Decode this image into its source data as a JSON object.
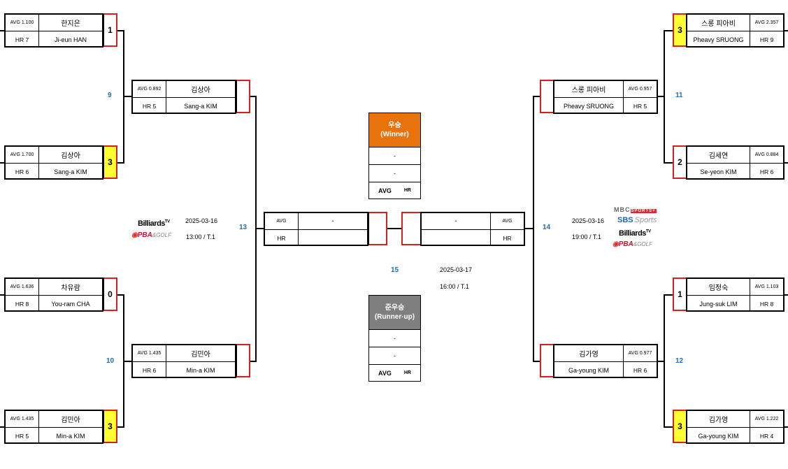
{
  "colors": {
    "winner_header": "#e8720c",
    "runnerup_header": "#7f7f7f",
    "winner_score": "#ffff33",
    "score_border": "#d82020",
    "match_number": "#1f6fb8"
  },
  "r1": {
    "m1a": {
      "avg": "AVG 1.100",
      "hr": "HR 7",
      "name": "한지은",
      "eng": "Ji-eun HAN",
      "score": "1"
    },
    "m1b": {
      "avg": "AVG 1.700",
      "hr": "HR 6",
      "name": "김상아",
      "eng": "Sang-a KIM",
      "score": "3"
    },
    "m2a": {
      "avg": "AVG 1.636",
      "hr": "HR 8",
      "name": "차유람",
      "eng": "You-ram CHA",
      "score": "0"
    },
    "m2b": {
      "avg": "AVG 1.435",
      "hr": "HR 5",
      "name": "김민아",
      "eng": "Min-a KIM",
      "score": "3"
    },
    "m3a": {
      "avg": "AVG 2.357",
      "hr": "HR 9",
      "name": "스롱 피아비",
      "eng": "Pheavy SRUONG",
      "score": "3"
    },
    "m3b": {
      "avg": "AVG 0.884",
      "hr": "HR 6",
      "name": "김세연",
      "eng": "Se-yeon KIM",
      "score": "2"
    },
    "m4a": {
      "avg": "AVG 1.103",
      "hr": "HR 8",
      "name": "임정숙",
      "eng": "Jung-suk LIM",
      "score": "1"
    },
    "m4b": {
      "avg": "AVG 1.222",
      "hr": "HR 4",
      "name": "김가영",
      "eng": "Ga-young KIM",
      "score": "3"
    }
  },
  "qf": {
    "l1": {
      "avg": "AVG 0.892",
      "hr": "HR 5",
      "name": "김상아",
      "eng": "Sang-a KIM"
    },
    "l2": {
      "avg": "AVG 1.435",
      "hr": "HR 6",
      "name": "김민아",
      "eng": "Min-a KIM"
    },
    "r1": {
      "avg": "AVG 0.957",
      "hr": "HR 5",
      "name": "스롱 피아비",
      "eng": "Pheavy SRUONG"
    },
    "r2": {
      "avg": "AVG 0.977",
      "hr": "HR 6",
      "name": "김가영",
      "eng": "Ga-young KIM"
    }
  },
  "sf": {
    "l": {
      "avg": "AVG",
      "hr": "HR",
      "name": "-",
      "eng": ""
    },
    "r": {
      "avg": "AVG",
      "hr": "HR",
      "name": "-",
      "eng": ""
    }
  },
  "match_numbers": {
    "m9": "9",
    "m10": "10",
    "m11": "11",
    "m12": "12",
    "m13": "13",
    "m14": "14",
    "m15": "15"
  },
  "schedule": {
    "left_date": "2025-03-16",
    "left_time": "13:00 / T.1",
    "right_date": "2025-03-16",
    "right_time": "19:00 /  T.1",
    "final_date": "2025-03-17",
    "final_time": "16:00 /  T.1"
  },
  "winner_box": {
    "title": "우승",
    "subtitle": "(Winner)",
    "row1": "-",
    "row2": "-",
    "avg": "AVG",
    "hr": "HR"
  },
  "runnerup_box": {
    "title": "준우승",
    "subtitle": "(Runner-up)",
    "row1": "-",
    "row2": "-",
    "avg": "AVG",
    "hr": "HR"
  },
  "logos": {
    "billiards": "Billiards",
    "tv": "TV",
    "pba": "PBA",
    "golf": "&GOLF",
    "mbc": "MBC",
    "mbc_sports": "SPORTS+",
    "sbs": "SBS",
    "sbs_sports": "Sports"
  }
}
